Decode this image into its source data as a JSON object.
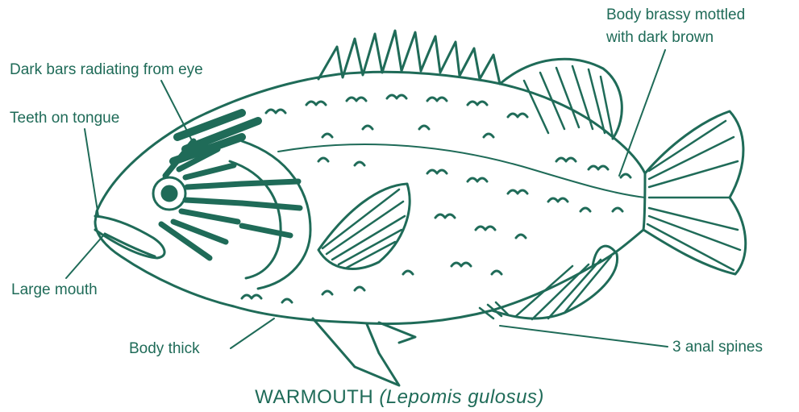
{
  "colors": {
    "ink": "#1f6b58",
    "background": "#ffffff"
  },
  "labels": {
    "body_brassy_line1": "Body brassy mottled",
    "body_brassy_line2": "with dark brown",
    "dark_bars": "Dark bars radiating from eye",
    "teeth": "Teeth on tongue",
    "large_mouth": "Large mouth",
    "body_thick": "Body thick",
    "anal_spines": "3 anal spines"
  },
  "caption": {
    "common_name": "WARMOUTH",
    "scientific_name": "(Lepomis gulosus)"
  }
}
